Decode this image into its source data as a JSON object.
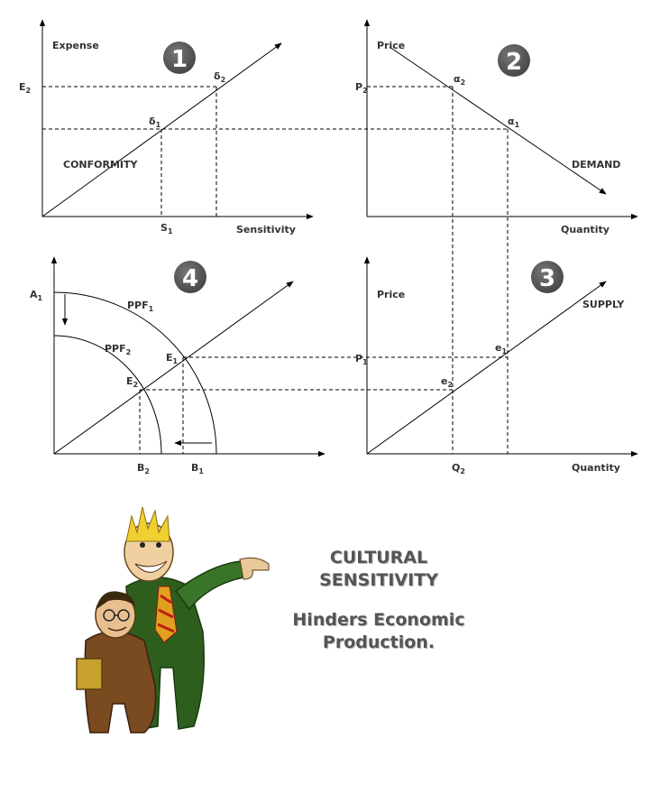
{
  "panel1": {
    "number": "1",
    "y_axis": "Expense",
    "x_axis": "Sensitivity",
    "curve": "CONFORMITY",
    "e2": "E",
    "e2_sub": "2",
    "s1": "S",
    "s1_sub": "1",
    "d1": "δ",
    "d1_sub": "1",
    "d2": "δ",
    "d2_sub": "2"
  },
  "panel2": {
    "number": "2",
    "y_axis": "Price",
    "x_axis": "Quantity",
    "curve": "DEMAND",
    "p2": "P",
    "p2_sub": "2",
    "a1": "α",
    "a1_sub": "1",
    "a2": "α",
    "a2_sub": "2"
  },
  "panel3": {
    "number": "3",
    "y_axis": "Price",
    "x_axis": "Quantity",
    "curve": "SUPPLY",
    "p1": "P",
    "p1_sub": "1",
    "q2": "Q",
    "q2_sub": "2",
    "e1": "e",
    "e1_sub": "1",
    "e2": "e",
    "e2_sub": "2"
  },
  "panel4": {
    "number": "4",
    "a1": "A",
    "a1_sub": "1",
    "ppf1": "PPF",
    "ppf1_sub": "1",
    "ppf2": "PPF",
    "ppf2_sub": "2",
    "E1": "E",
    "E1_sub": "1",
    "E2": "E",
    "E2_sub": "2",
    "b1": "B",
    "b1_sub": "1",
    "b2": "B",
    "b2_sub": "2"
  },
  "caption": {
    "line1": "CULTURAL",
    "line2": "SENSITIVITY",
    "line3": "Hinders Economic",
    "line4": "Production."
  },
  "colors": {
    "badge": "#555555",
    "line": "#000000",
    "caption": "#555555"
  }
}
